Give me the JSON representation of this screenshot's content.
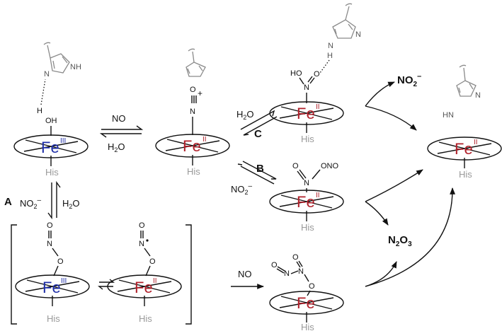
{
  "iron_label": "Fe",
  "ox_state_3": "III",
  "ox_state_2": "II",
  "axial_ligand": "His",
  "colors": {
    "fe3": "#1f2fa8",
    "fe2": "#b0202a",
    "his": "#9a9a9a",
    "ink": "#111111"
  },
  "pathway_labels": {
    "a": "A",
    "b": "B",
    "c": "C"
  },
  "species": {
    "hydroxo": {
      "ligand": "OH",
      "h_bond": "H"
    },
    "nitrosyl": {
      "n": "N",
      "o": "O",
      "charge": "+"
    },
    "nitrous_acid": {
      "ho": "HO",
      "n": "N",
      "o": "O"
    },
    "dinitrogen_trioxide_bound": {
      "n": "N",
      "o": "O",
      "ono": "ONO"
    },
    "nitrite_O": {
      "o": "O",
      "n": "N"
    },
    "n2o3_O": {
      "o": "O",
      "n": "N"
    }
  },
  "imidazole": {
    "nh": "NH",
    "n": "N",
    "h": "H",
    "hn": "HN"
  },
  "reagents": {
    "no": "NO",
    "h2o": "H",
    "h2o_sub": "2",
    "h2o_end": "O",
    "nitrite_no": "NO",
    "nitrite_sub": "2",
    "nitrite_sup": "–"
  },
  "products": {
    "nitrite": {
      "main": "NO",
      "sub": "2",
      "sup": "–"
    },
    "n2o3": {
      "a": "N",
      "sub1": "2",
      "b": "O",
      "sub2": "3"
    }
  }
}
